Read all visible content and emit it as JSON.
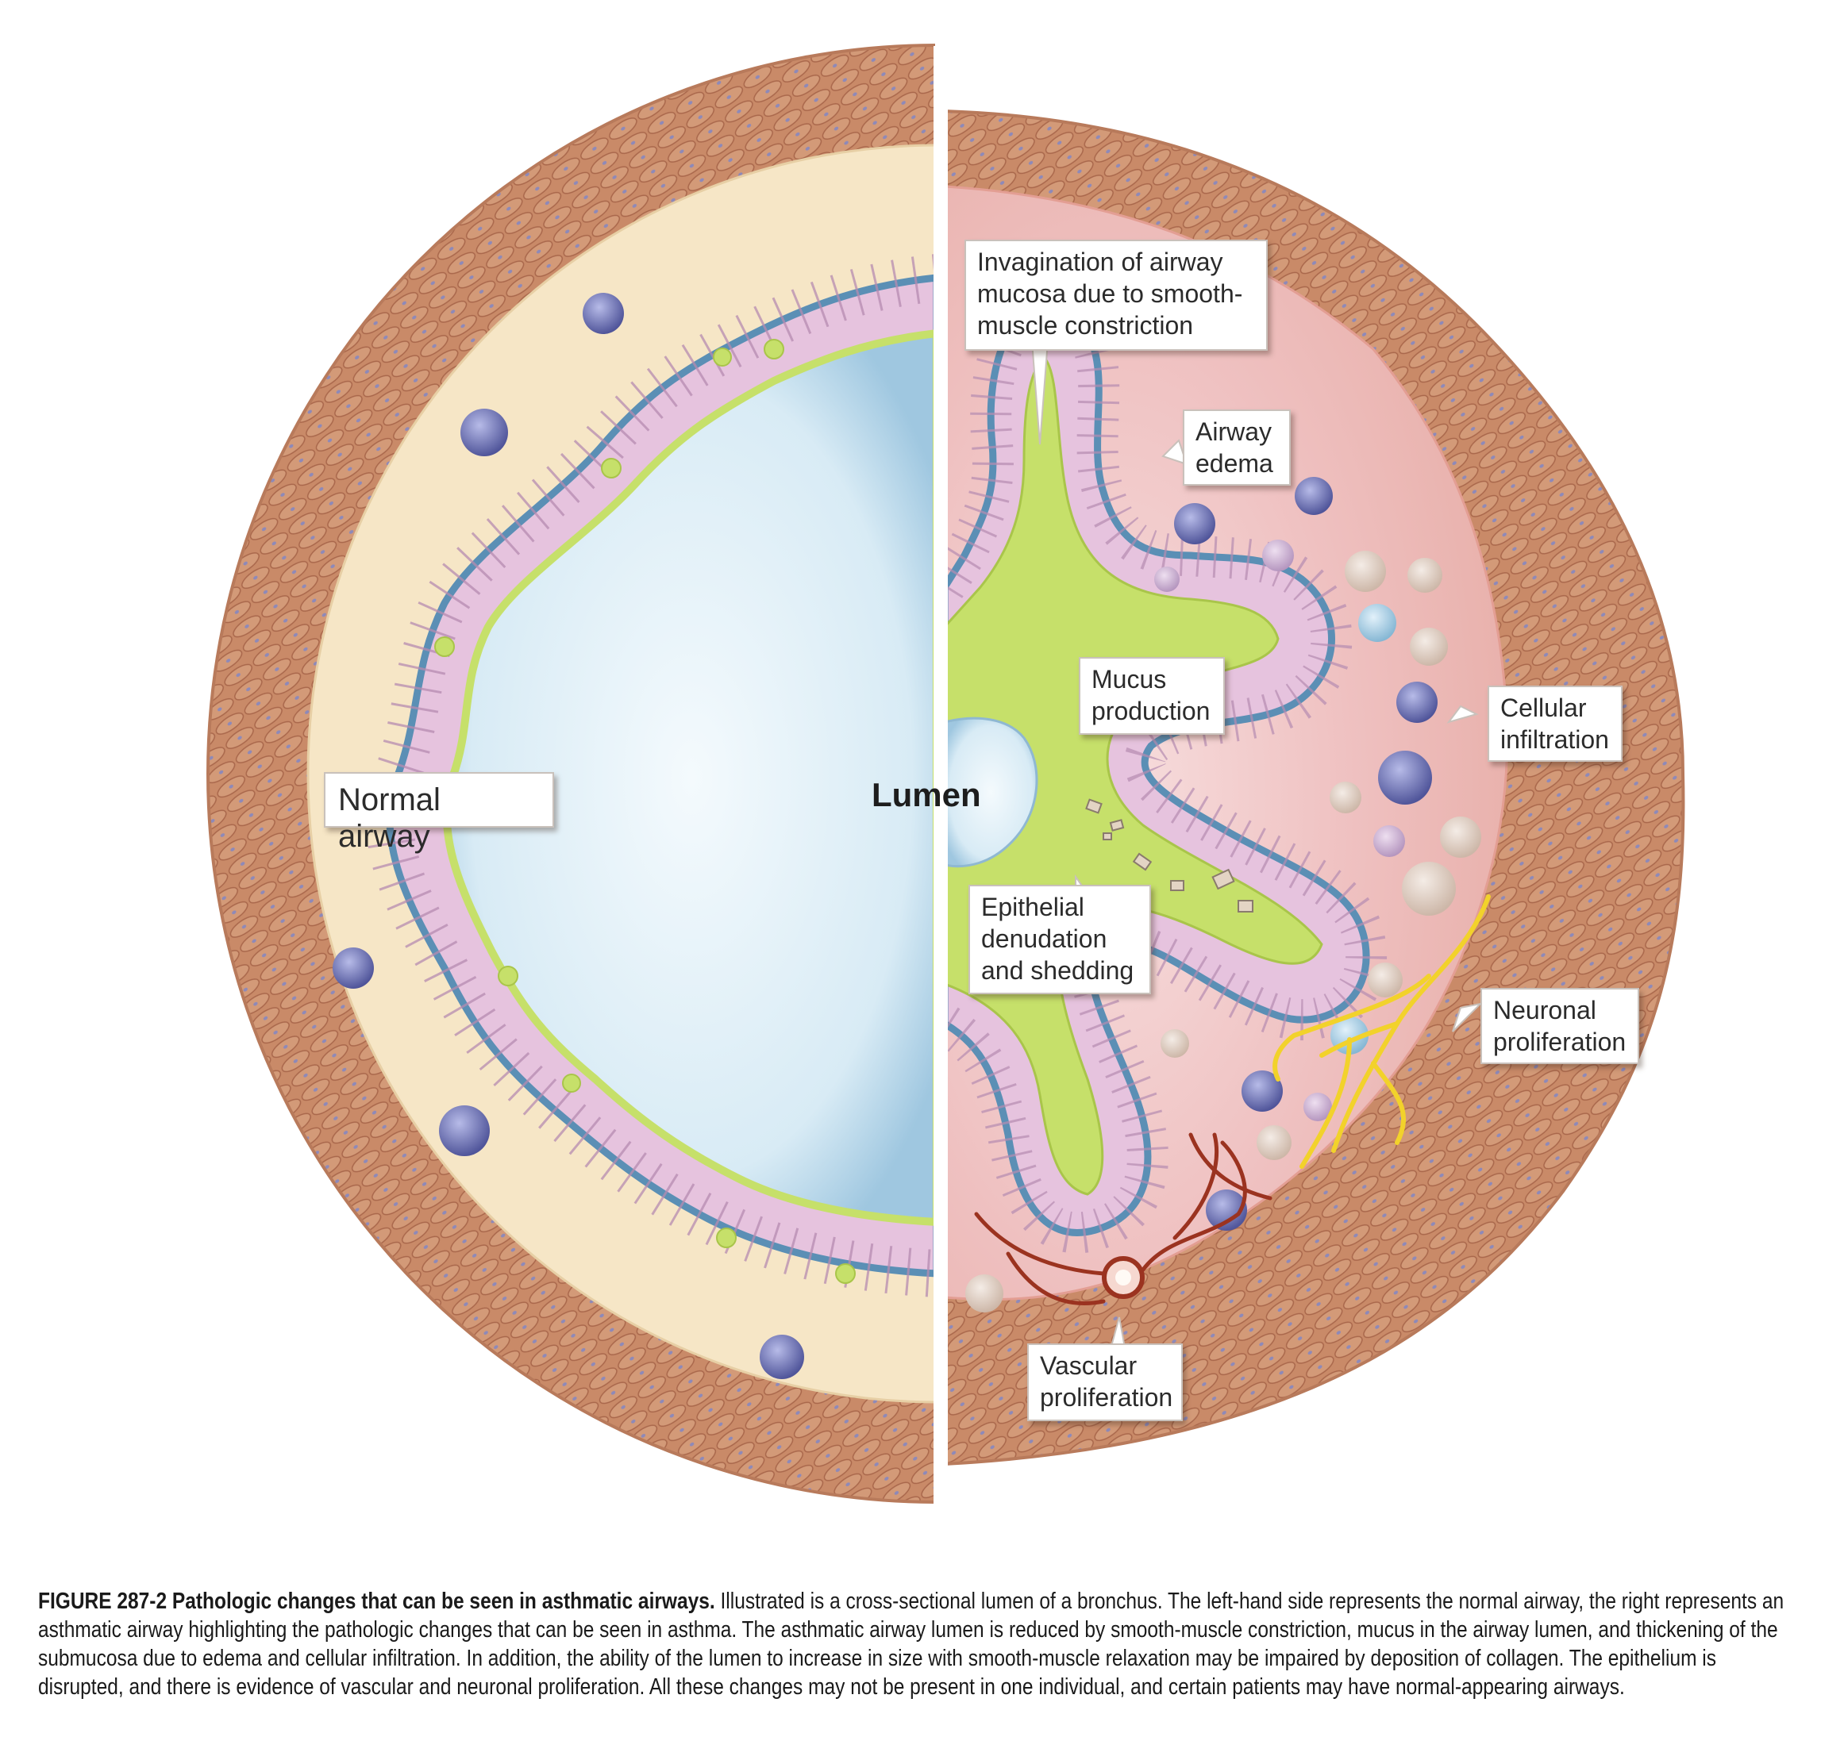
{
  "labels": {
    "normal_airway": "Normal airway",
    "lumen": "Lumen",
    "invagination": "Invagination of airway\nmucosa due to smooth-\nmuscle constriction",
    "airway_edema": "Airway\nedema",
    "mucus_production": "Mucus\nproduction",
    "cellular_infiltration": "Cellular\ninfiltration",
    "epithelial_denudation": "Epithelial\ndenudation\nand shedding",
    "neuronal_proliferation": "Neuronal\nproliferation",
    "vascular_proliferation": "Vascular\nproliferation"
  },
  "caption": {
    "heading": "FIGURE 287-2  Pathologic changes that can be seen in asthmatic airways.",
    "body": " Illustrated is a cross-sectional lumen of a bronchus. The left-hand side represents the normal airway, the right represents an asthmatic airway highlighting the pathologic changes that can be seen in asthma. The asthmatic airway lumen is reduced by smooth-muscle constriction, mucus in the airway lumen, and thickening of the submucosa due to edema and cellular infiltration. In addition, the ability of the lumen to increase in size with smooth-muscle relaxation may be impaired by deposition of collagen. The epithelium is disrupted, and there is evidence of vascular and neuronal proliferation. All these changes may not be present in one individual, and certain patients may have normal-appearing airways."
  },
  "colors": {
    "muscle": "#c98a68",
    "muscle_dark": "#a9674b",
    "submucosa_normal": "#f6e6c6",
    "submucosa_asthma": "#f0c6c2",
    "lumen": "#cfe6f2",
    "epithelium": "#e6c3de",
    "basement": "#5b8fb5",
    "mucus": "#c6e06a",
    "leukocyte": "#6f74b8",
    "nerve": "#f2d22b",
    "vessel": "#9b3320"
  }
}
